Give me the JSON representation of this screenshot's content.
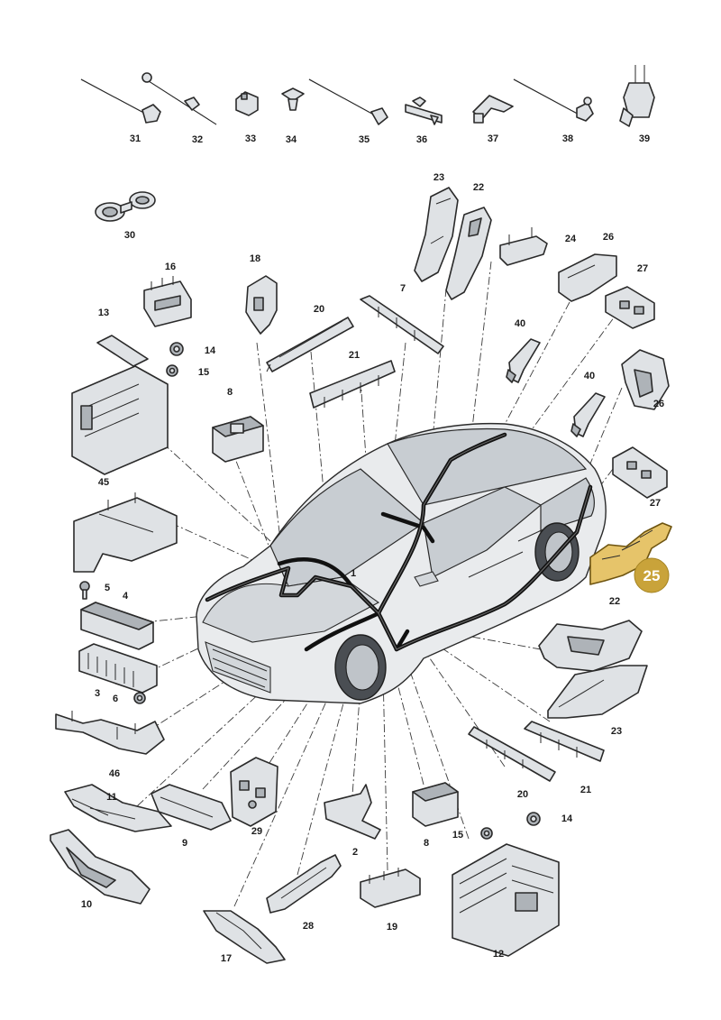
{
  "callouts": [
    {
      "id": "31",
      "label": "31"
    },
    {
      "id": "32",
      "label": "32"
    },
    {
      "id": "33",
      "label": "33"
    },
    {
      "id": "34",
      "label": "34"
    },
    {
      "id": "35",
      "label": "35"
    },
    {
      "id": "36",
      "label": "36"
    },
    {
      "id": "37",
      "label": "37"
    },
    {
      "id": "38",
      "label": "38"
    },
    {
      "id": "39",
      "label": "39"
    },
    {
      "id": "30",
      "label": "30"
    },
    {
      "id": "23a",
      "label": "23"
    },
    {
      "id": "22a",
      "label": "22"
    },
    {
      "id": "24",
      "label": "24"
    },
    {
      "id": "26a",
      "label": "26"
    },
    {
      "id": "27a",
      "label": "27"
    },
    {
      "id": "18",
      "label": "18"
    },
    {
      "id": "16",
      "label": "16"
    },
    {
      "id": "7",
      "label": "7"
    },
    {
      "id": "20a",
      "label": "20"
    },
    {
      "id": "13",
      "label": "13"
    },
    {
      "id": "14a",
      "label": "14"
    },
    {
      "id": "15a",
      "label": "15"
    },
    {
      "id": "21a",
      "label": "21"
    },
    {
      "id": "40a",
      "label": "40"
    },
    {
      "id": "40b",
      "label": "40"
    },
    {
      "id": "26b",
      "label": "26"
    },
    {
      "id": "8a",
      "label": "8"
    },
    {
      "id": "27b",
      "label": "27"
    },
    {
      "id": "45",
      "label": "45"
    },
    {
      "id": "1",
      "label": "1"
    },
    {
      "id": "5",
      "label": "5"
    },
    {
      "id": "4",
      "label": "4"
    },
    {
      "id": "22b",
      "label": "22"
    },
    {
      "id": "3",
      "label": "3"
    },
    {
      "id": "6",
      "label": "6"
    },
    {
      "id": "23b",
      "label": "23"
    },
    {
      "id": "46",
      "label": "46"
    },
    {
      "id": "20b",
      "label": "20"
    },
    {
      "id": "21b",
      "label": "21"
    },
    {
      "id": "11",
      "label": "11"
    },
    {
      "id": "9",
      "label": "9"
    },
    {
      "id": "29",
      "label": "29"
    },
    {
      "id": "2",
      "label": "2"
    },
    {
      "id": "8b",
      "label": "8"
    },
    {
      "id": "15b",
      "label": "15"
    },
    {
      "id": "14b",
      "label": "14"
    },
    {
      "id": "10",
      "label": "10"
    },
    {
      "id": "28",
      "label": "28"
    },
    {
      "id": "19",
      "label": "19"
    },
    {
      "id": "12",
      "label": "12"
    },
    {
      "id": "17",
      "label": "17"
    }
  ],
  "highlight": {
    "label": "25",
    "fill": "#c9a33a"
  }
}
